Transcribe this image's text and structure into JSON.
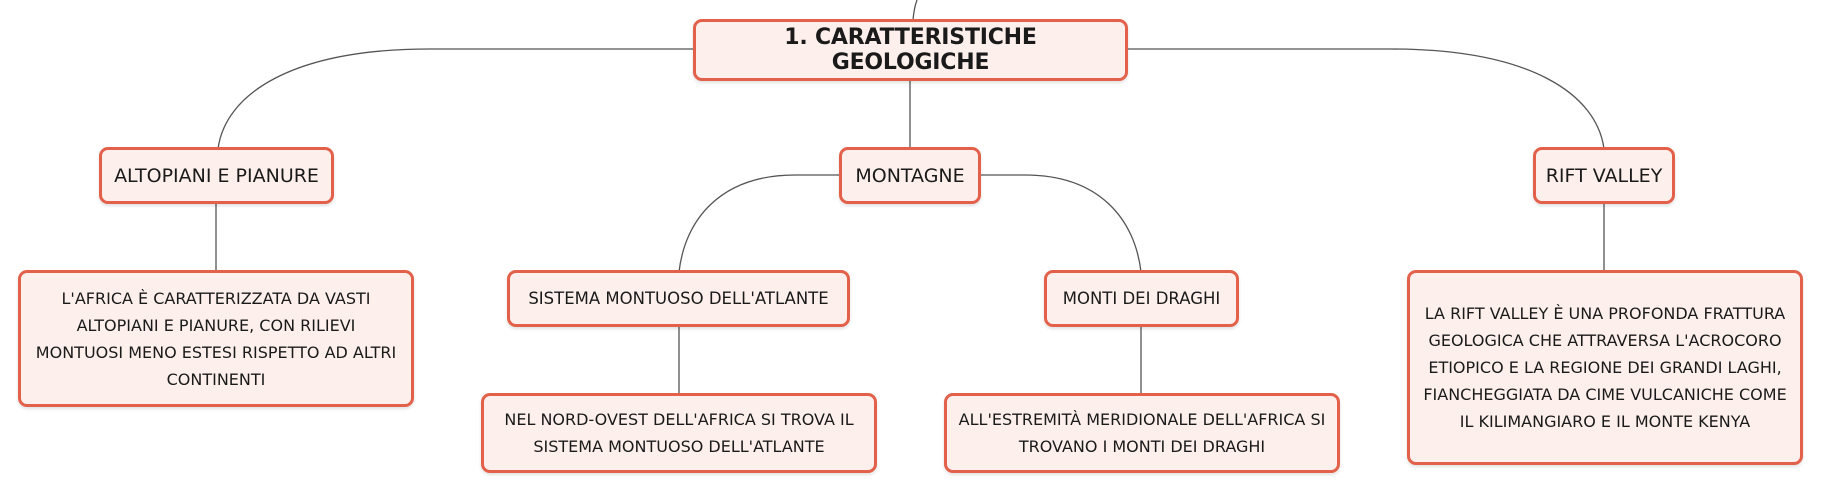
{
  "diagram": {
    "root": {
      "label": "1. CARATTERISTICHE GEOLOGICHE"
    },
    "branches": {
      "altopiani": {
        "label": "ALTOPIANI E PIANURE",
        "detail": "L'AFRICA È CARATTERIZZATA DA VASTI ALTOPIANI E PIANURE, CON RILIEVI MONTUOSI MENO ESTESI RISPETTO AD ALTRI CONTINENTI"
      },
      "montagne": {
        "label": "MONTAGNE",
        "children": {
          "atlante": {
            "label": "SISTEMA MONTUOSO DELL'ATLANTE",
            "detail": "NEL NORD-OVEST DELL'AFRICA SI TROVA IL SISTEMA MONTUOSO DELL'ATLANTE"
          },
          "draghi": {
            "label": "MONTI DEI DRAGHI",
            "detail": "ALL'ESTREMITÀ MERIDIONALE DELL'AFRICA SI TROVANO I MONTI DEI DRAGHI"
          }
        }
      },
      "rift": {
        "label": "RIFT VALLEY",
        "detail": "LA RIFT VALLEY È UNA PROFONDA FRATTURA GEOLOGICA CHE ATTRAVERSA L'ACROCORO ETIOPICO E LA REGIONE DEI GRANDI LAGHI, FIANCHEGGIATA DA CIME VULCANICHE COME IL KILIMANGIARO E IL MONTE KENYA"
      }
    }
  }
}
